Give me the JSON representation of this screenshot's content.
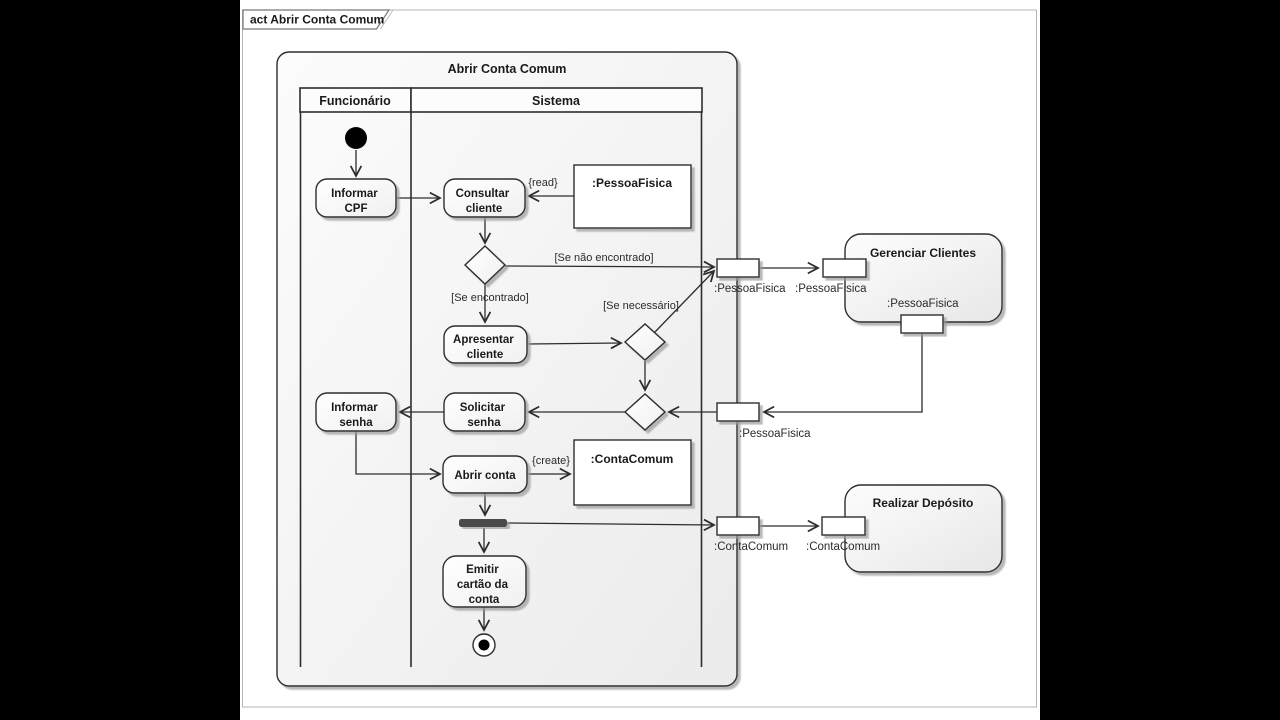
{
  "window": {
    "tab_label": "act Abrir Conta Comum"
  },
  "frame": {
    "title": "Abrir Conta Comum"
  },
  "lanes": {
    "funcionario": "Funcionário",
    "sistema": "Sistema"
  },
  "activities": {
    "informar_cpf": {
      "line1": "Informar",
      "line2": "CPF"
    },
    "consultar_cliente": {
      "line1": "Consultar",
      "line2": "cliente"
    },
    "apresentar_cliente": {
      "line1": "Apresentar",
      "line2": "cliente"
    },
    "solicitar_senha": {
      "line1": "Solicitar",
      "line2": "senha"
    },
    "informar_senha": {
      "line1": "Informar",
      "line2": "senha"
    },
    "abrir_conta": {
      "label": "Abrir conta"
    },
    "emitir_cartao": {
      "line1": "Emitir",
      "line2": "cartão da",
      "line3": "conta"
    }
  },
  "objects": {
    "pessoa_fisica": ":PessoaFisica",
    "conta_comum": ":ContaComum"
  },
  "guards": {
    "se_nao_encontrado": "[Se não encontrado]",
    "se_encontrado": "[Se encontrado]",
    "se_necessario": "[Se necessário]"
  },
  "stereotypes": {
    "read": "{read}",
    "create": "{create}"
  },
  "pins": {
    "frame_pessoa_fisica_out": ":PessoaFisica",
    "gerenciar_left": ":PessoaFisica",
    "gerenciar_bottom": ":PessoaFisica",
    "frame_pessoa_fisica_in": ":PessoaFisica",
    "frame_conta_comum_out": ":ContaComum",
    "realizar_left": ":ContaComum"
  },
  "external_activities": {
    "gerenciar_clientes": "Gerenciar Clientes",
    "realizar_deposito": "Realizar Depósito"
  },
  "colors": {
    "letterbox": "#000000",
    "canvas": "#ffffff",
    "stroke": "#2d2d2d",
    "fork": "#4a4a4a"
  }
}
